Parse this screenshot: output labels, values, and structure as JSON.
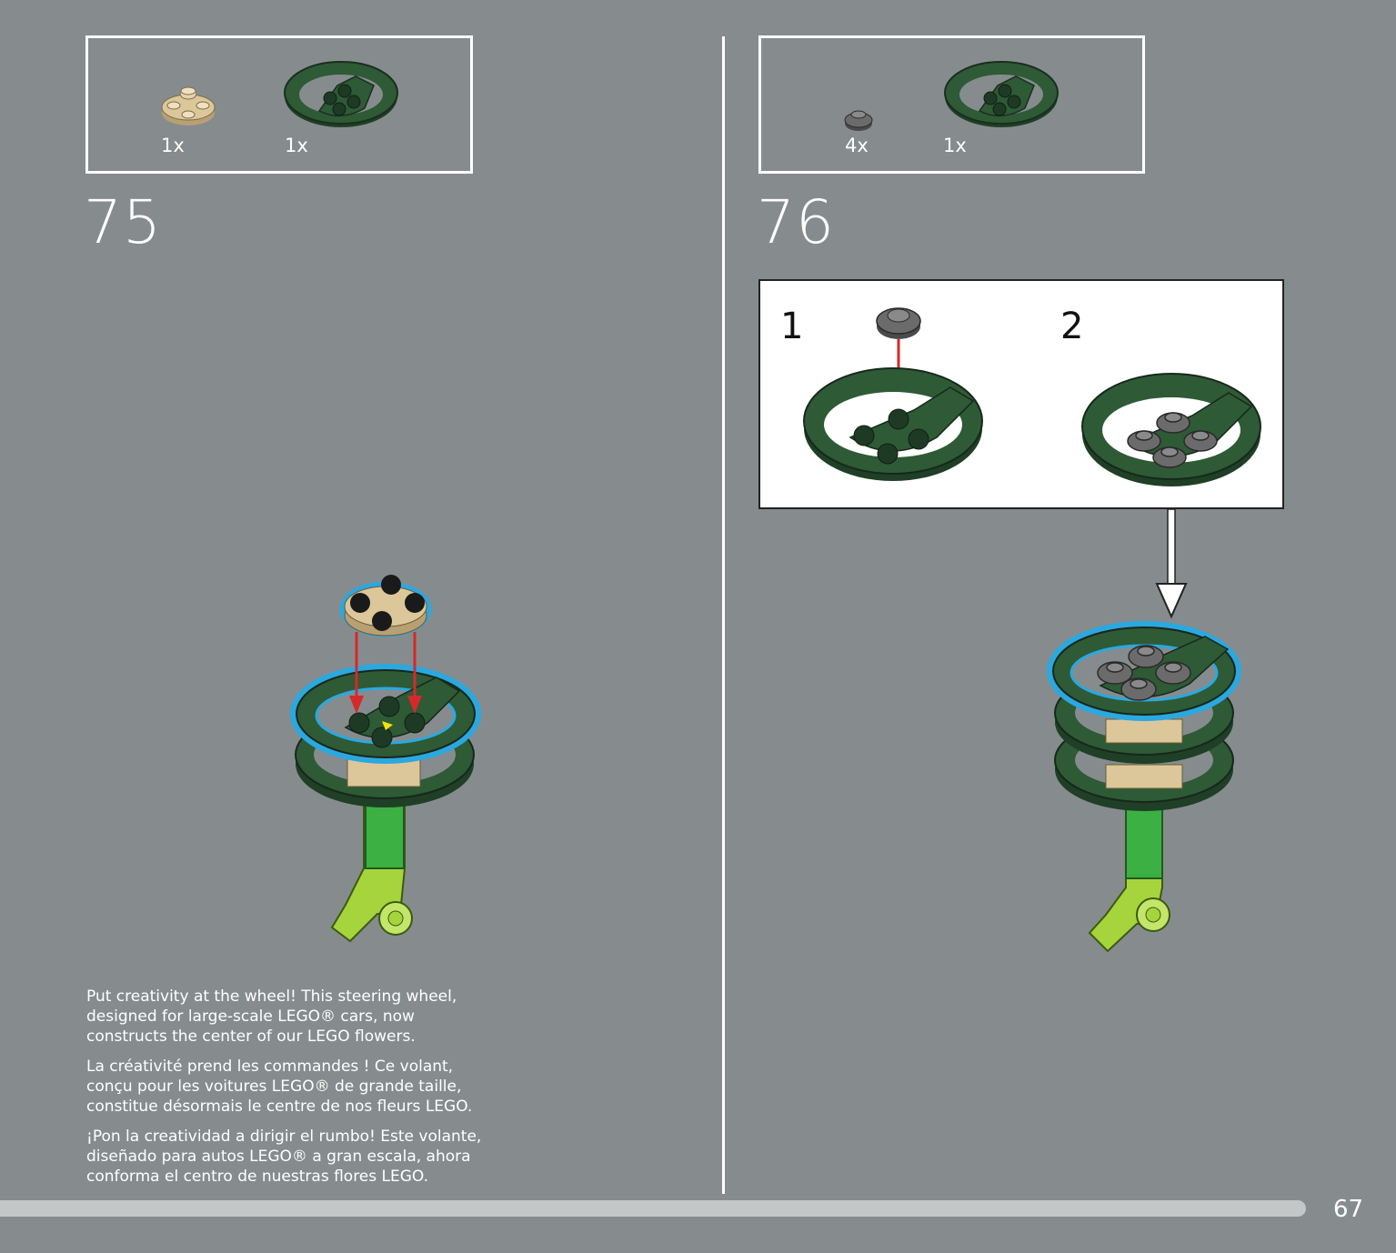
{
  "step75": {
    "number": "75",
    "parts": [
      {
        "name": "tan round plate 2x2",
        "qty": "1x"
      },
      {
        "name": "dark green steering wheel",
        "qty": "1x"
      }
    ]
  },
  "step76": {
    "number": "76",
    "parts": [
      {
        "name": "dark grey round plate 1x1",
        "qty": "4x"
      },
      {
        "name": "dark green steering wheel",
        "qty": "1x"
      }
    ],
    "substeps": [
      "1",
      "2"
    ]
  },
  "text": {
    "en": "Put creativity at the wheel! This steering wheel, designed for large-scale LEGO® cars, now constructs the center of our LEGO flowers.",
    "fr": "La créativité prend les commandes ! Ce volant, conçu pour les voitures LEGO® de grande taille, constitue désormais le centre de nos fleurs LEGO.",
    "es": "¡Pon la creatividad a dirigir el rumbo! Este volante, diseñado para autos LEGO® a gran escala, ahora conforma el centro de nuestras flores LEGO."
  },
  "page_number": "67",
  "colors": {
    "background": "#868c8e",
    "wheel_green": "#2e5a36",
    "tan": "#dcc79a",
    "grey_plate": "#6b6b6b",
    "lime": "#a6d43c",
    "highlight_blue": "#2aa8e0",
    "arrow_red": "#d42a2a"
  }
}
